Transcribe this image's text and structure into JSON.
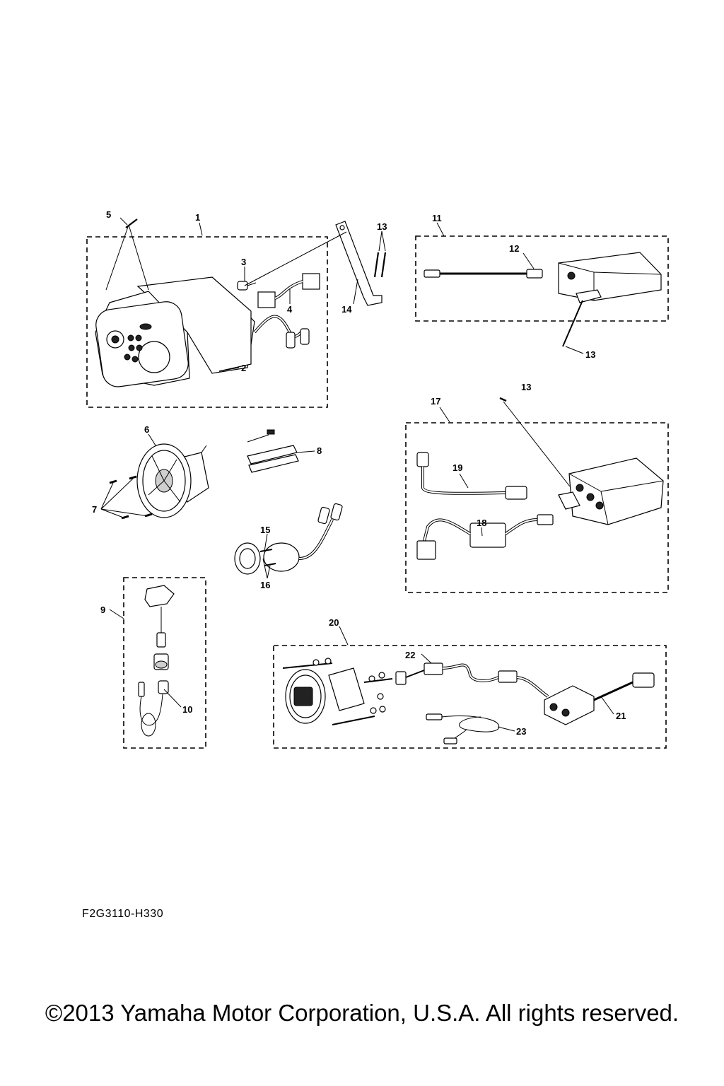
{
  "diagram": {
    "code": "F2G3110-H330",
    "copyright": "©2013 Yamaha Motor Corporation, U.S.A. All rights reserved.",
    "callouts": [
      "1",
      "2",
      "3",
      "4",
      "5",
      "6",
      "7",
      "8",
      "9",
      "10",
      "11",
      "12",
      "13",
      "14",
      "15",
      "16",
      "17",
      "18",
      "19",
      "20",
      "21",
      "22",
      "23"
    ],
    "repeat_callouts": {
      "c13b": "13",
      "c13c": "13"
    }
  }
}
